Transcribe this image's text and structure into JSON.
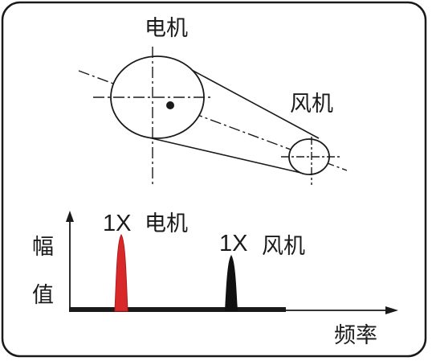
{
  "labels": {
    "motor": "电机",
    "fan": "风机",
    "spectrum_motor_order": "1X",
    "spectrum_motor_name": "电机",
    "spectrum_fan_order": "1X",
    "spectrum_fan_name": "风机",
    "y_axis_char_1": "幅",
    "y_axis_char_2": "值",
    "x_axis": "频率"
  },
  "colors": {
    "motor_peak": "#d7282a",
    "fan_peak": "#000000",
    "line": "#1a1a1a",
    "border": "#1a1a1a"
  }
}
